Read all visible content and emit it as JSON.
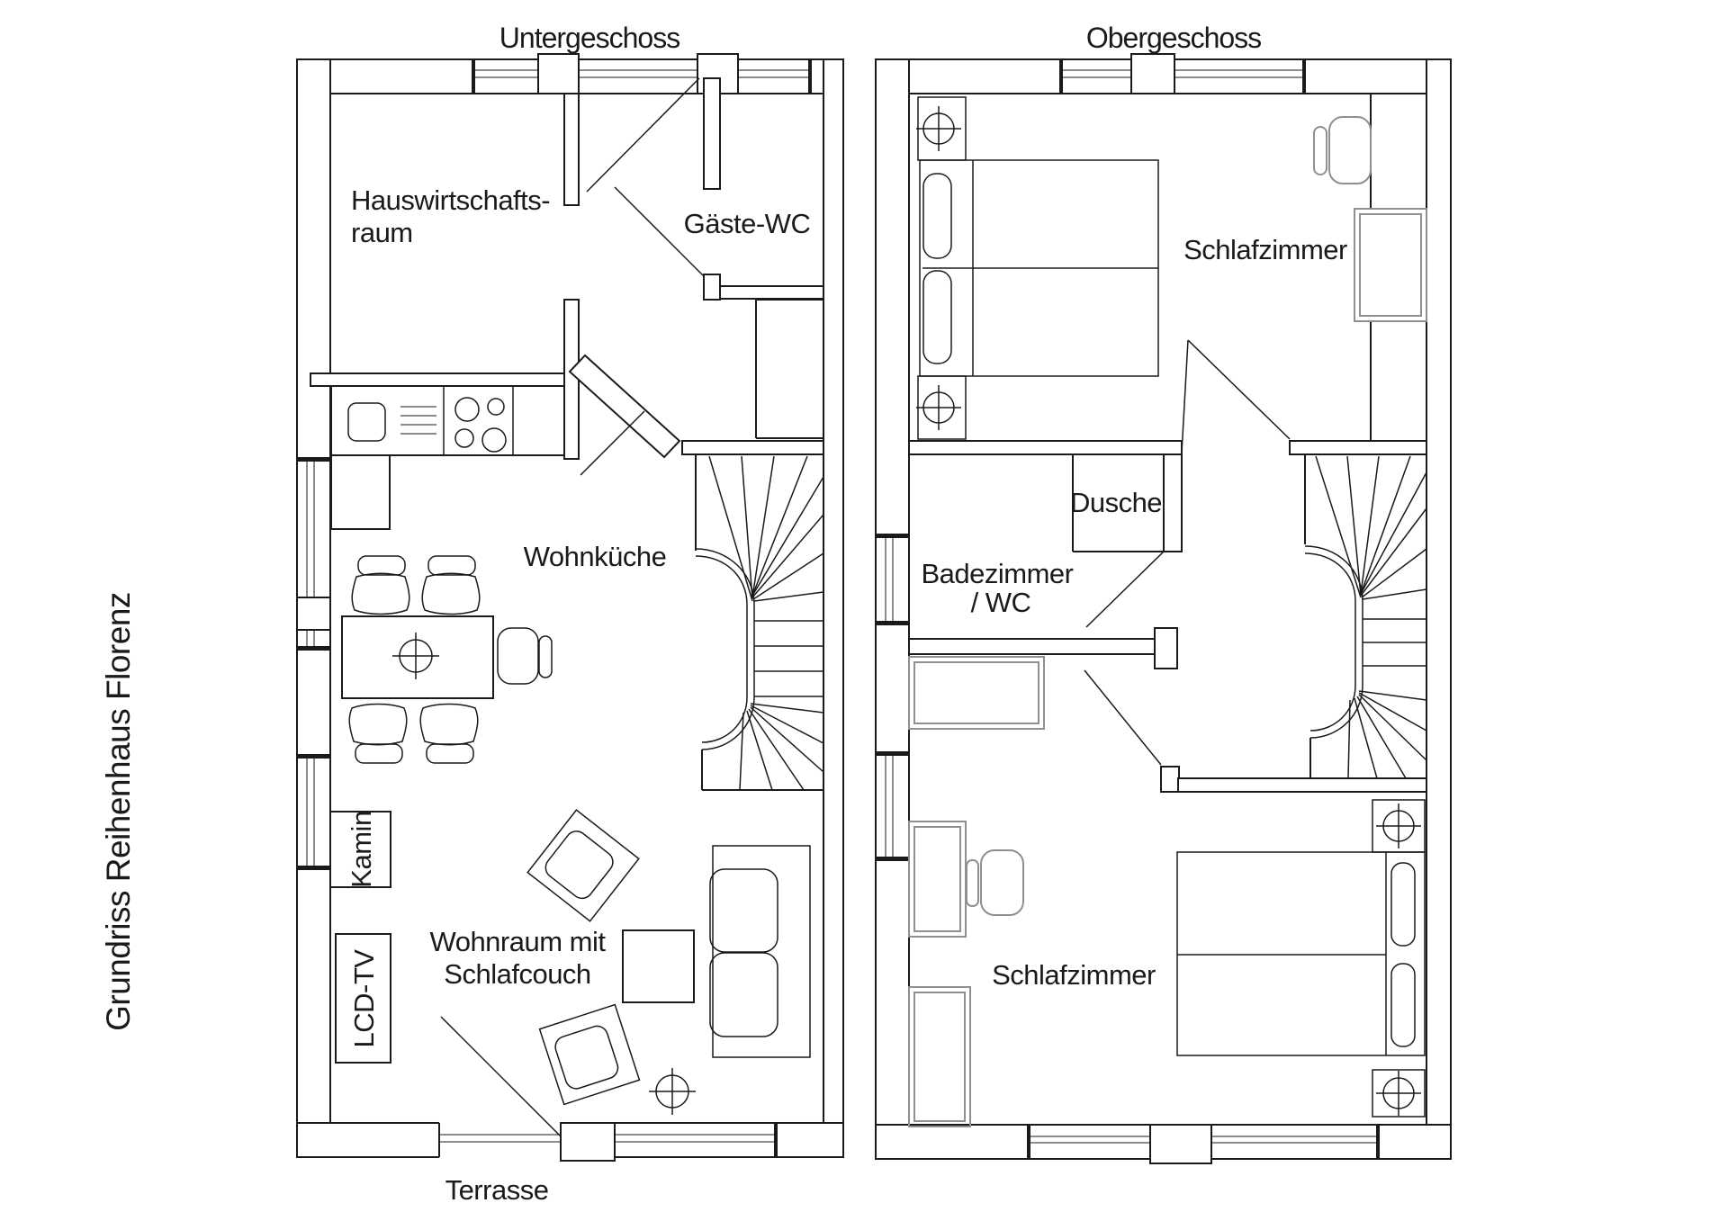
{
  "colors": {
    "background": "#ffffff",
    "line": "#1a1a1a",
    "furniture_outline": "#8f8f8f"
  },
  "side_title": "Grundriss Reihenhaus Florenz",
  "lower_floor": {
    "title": "Untergeschoss",
    "utility_room_line1": "Hauswirtschafts-",
    "utility_room_line2": "raum",
    "guest_wc": "Gäste-WC",
    "kitchen_living": "Wohnküche",
    "fireplace": "Kamin",
    "tv_unit": "LCD-TV",
    "living_room_line1": "Wohnraum mit",
    "living_room_line2": "Schlafcouch",
    "terrace_label": "Terrasse"
  },
  "upper_floor": {
    "title": "Obergeschoss",
    "bedroom_top": "Schlafzimmer",
    "shower": "Dusche",
    "bathroom_line1": "Badezimmer",
    "bathroom_line2": "/ WC",
    "bedroom_bottom": "Schlafzimmer"
  }
}
